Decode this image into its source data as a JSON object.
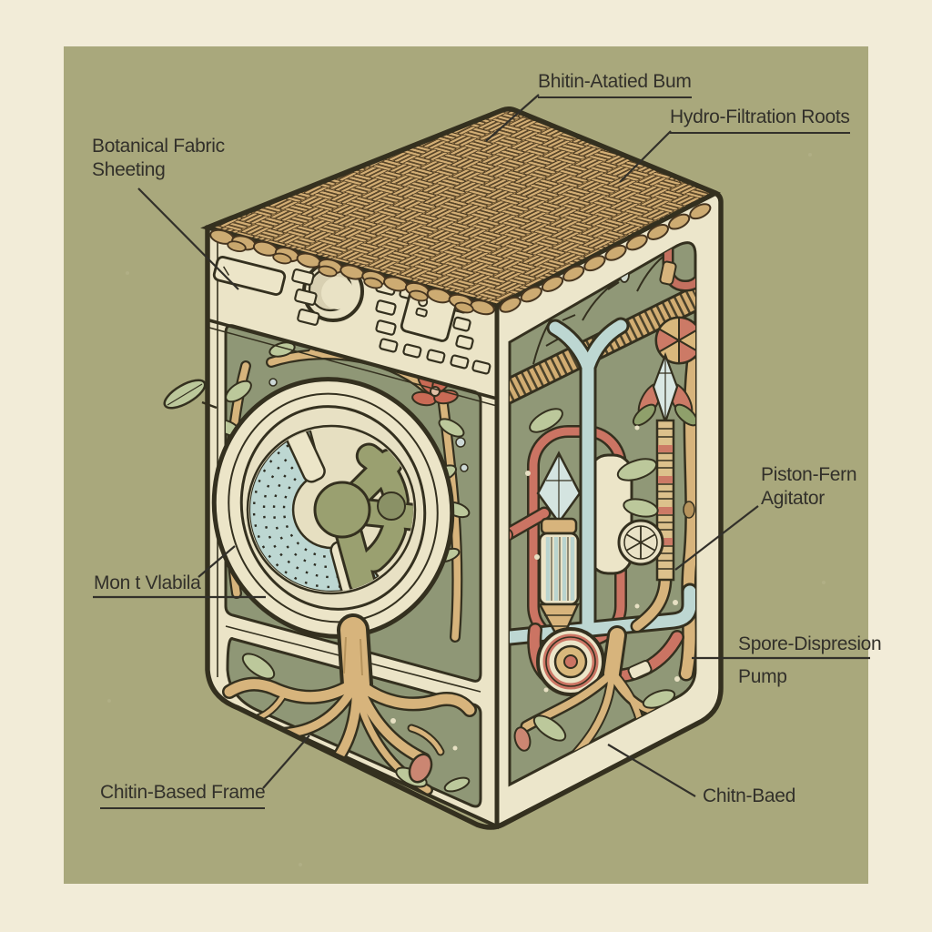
{
  "palette": {
    "paper": "#f2ecd8",
    "canvas": "#a9a87c",
    "ink": "#34301f",
    "cream": "#ece5c8",
    "sage_panel": "#8f9776",
    "wicker": "#c9a76e",
    "foliage": "#bcc89b",
    "branch": "#d7b47c",
    "accent_red": "#c96f5b",
    "accent_blue": "#bdd7d2"
  },
  "labels": {
    "bhitin_drum": {
      "text": "Bhitin-Atatied Bum"
    },
    "hydro_roots": {
      "text": "Hydro-Filtration Roots"
    },
    "botanical_sheeting": {
      "line1": "Botanical Fabric",
      "line2": "Sheeting"
    },
    "piston_agitator": {
      "line1": "Piston-Fern",
      "line2": "Agitator"
    },
    "mont_vlabila": {
      "text": "Mon t Vlabila"
    },
    "spore_pump": {
      "line1": "Spore-Dispresion",
      "line2": "Pump"
    },
    "chitin_frame": {
      "text": "Chitin-Based Frame"
    },
    "chitin_base": {
      "text": "Chitn-Baed"
    }
  }
}
